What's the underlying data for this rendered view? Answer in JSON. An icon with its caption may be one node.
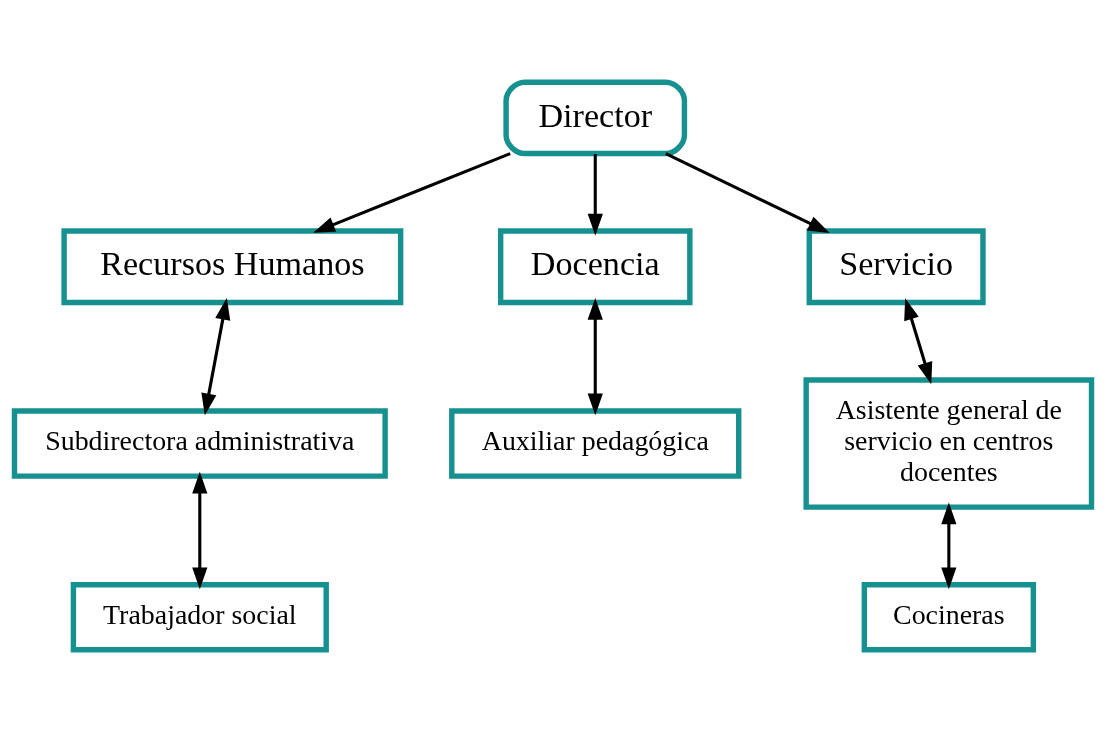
{
  "diagram": {
    "nodes": [
      {
        "text": [
          "Director"
        ]
      },
      {
        "text": [
          "Recursos Humanos"
        ]
      },
      {
        "text": [
          "Docencia"
        ]
      },
      {
        "text": [
          "Servicio"
        ]
      },
      {
        "text": [
          "Subdirectora administrativa"
        ]
      },
      {
        "text": [
          "Trabajador social"
        ]
      },
      {
        "text": [
          "Auxiliar pedagógica"
        ]
      },
      {
        "text": [
          "Asistente general de servicio en centros docentes"
        ]
      },
      {
        "text": [
          "Cocineras"
        ]
      }
    ],
    "edges": [
      {
        "from": 0,
        "to": 1,
        "arrow": "to"
      },
      {
        "from": 0,
        "to": 2,
        "arrow": "to"
      },
      {
        "from": 0,
        "to": 3,
        "arrow": "to"
      },
      {
        "from": 1,
        "to": 4,
        "arrow": "both"
      },
      {
        "from": 4,
        "to": 5,
        "arrow": "both"
      },
      {
        "from": 2,
        "to": 6,
        "arrow": "both"
      },
      {
        "from": 3,
        "to": 7,
        "arrow": "both"
      },
      {
        "from": 7,
        "to": 8,
        "arrow": "both"
      }
    ]
  }
}
